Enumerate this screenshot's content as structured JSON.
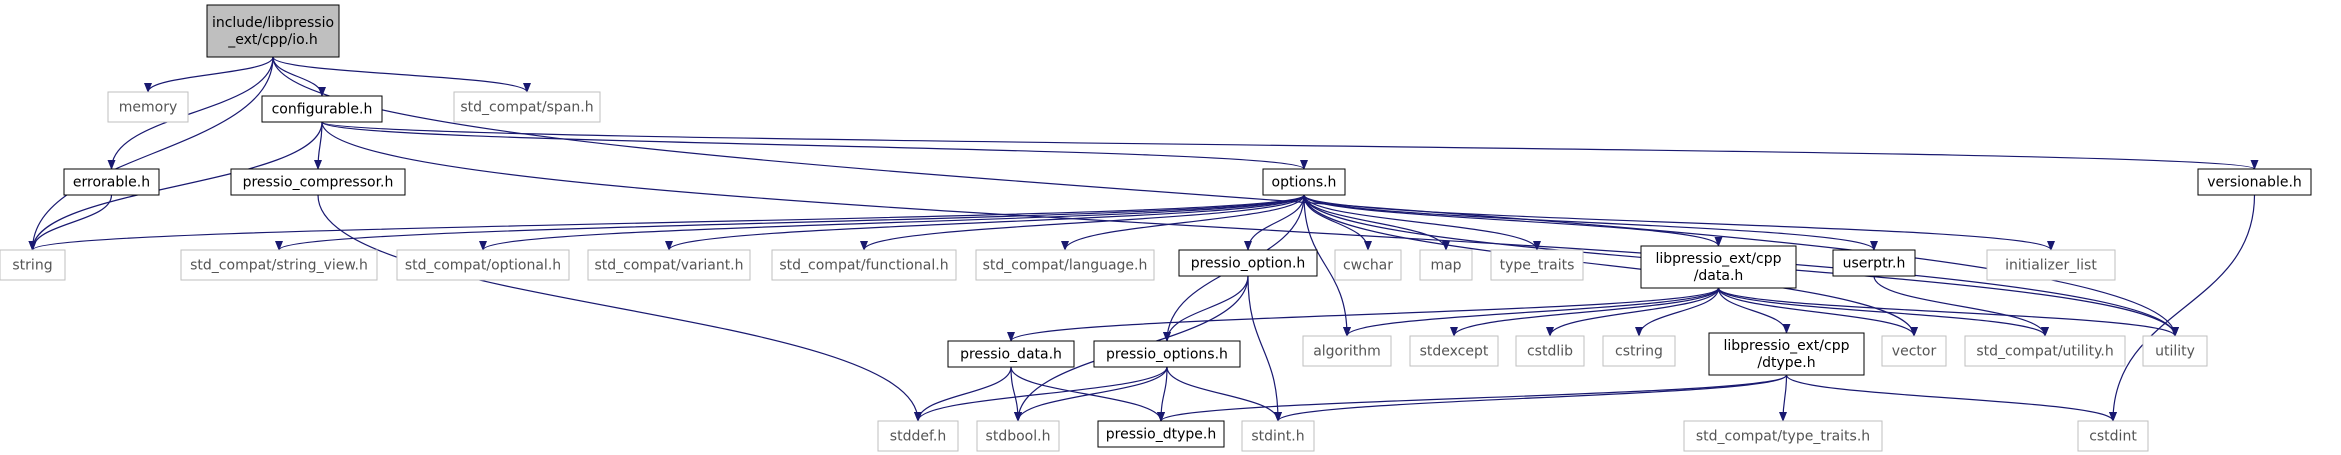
{
  "nodes": {
    "io_h": {
      "lines": [
        "include/libpressio",
        "_ext/cpp/io.h"
      ],
      "kind": "root"
    },
    "memory": {
      "lines": [
        "memory"
      ],
      "kind": "ext"
    },
    "configurable_h": {
      "lines": [
        "configurable.h"
      ],
      "kind": "doc"
    },
    "std_compat_span": {
      "lines": [
        "std_compat/span.h"
      ],
      "kind": "ext"
    },
    "errorable_h": {
      "lines": [
        "errorable.h"
      ],
      "kind": "doc"
    },
    "pressio_compressor_h": {
      "lines": [
        "pressio_compressor.h"
      ],
      "kind": "doc"
    },
    "options_h": {
      "lines": [
        "options.h"
      ],
      "kind": "doc"
    },
    "versionable_h": {
      "lines": [
        "versionable.h"
      ],
      "kind": "doc"
    },
    "string": {
      "lines": [
        "string"
      ],
      "kind": "ext"
    },
    "std_compat_string_view": {
      "lines": [
        "std_compat/string_view.h"
      ],
      "kind": "ext"
    },
    "std_compat_optional": {
      "lines": [
        "std_compat/optional.h"
      ],
      "kind": "ext"
    },
    "std_compat_variant": {
      "lines": [
        "std_compat/variant.h"
      ],
      "kind": "ext"
    },
    "std_compat_functional": {
      "lines": [
        "std_compat/functional.h"
      ],
      "kind": "ext"
    },
    "std_compat_language": {
      "lines": [
        "std_compat/language.h"
      ],
      "kind": "ext"
    },
    "pressio_option_h": {
      "lines": [
        "pressio_option.h"
      ],
      "kind": "doc"
    },
    "cwchar": {
      "lines": [
        "cwchar"
      ],
      "kind": "ext"
    },
    "map": {
      "lines": [
        "map"
      ],
      "kind": "ext"
    },
    "type_traits": {
      "lines": [
        "type_traits"
      ],
      "kind": "ext"
    },
    "data_h": {
      "lines": [
        "libpressio_ext/cpp",
        "/data.h"
      ],
      "kind": "doc"
    },
    "userptr_h": {
      "lines": [
        "userptr.h"
      ],
      "kind": "doc"
    },
    "initializer_list": {
      "lines": [
        "initializer_list"
      ],
      "kind": "ext"
    },
    "pressio_data_h": {
      "lines": [
        "pressio_data.h"
      ],
      "kind": "doc"
    },
    "pressio_options_h": {
      "lines": [
        "pressio_options.h"
      ],
      "kind": "doc"
    },
    "algorithm": {
      "lines": [
        "algorithm"
      ],
      "kind": "ext"
    },
    "stdexcept": {
      "lines": [
        "stdexcept"
      ],
      "kind": "ext"
    },
    "cstdlib": {
      "lines": [
        "cstdlib"
      ],
      "kind": "ext"
    },
    "cstring": {
      "lines": [
        "cstring"
      ],
      "kind": "ext"
    },
    "dtype_h": {
      "lines": [
        "libpressio_ext/cpp",
        "/dtype.h"
      ],
      "kind": "doc"
    },
    "vector": {
      "lines": [
        "vector"
      ],
      "kind": "ext"
    },
    "std_compat_utility": {
      "lines": [
        "std_compat/utility.h"
      ],
      "kind": "ext"
    },
    "utility": {
      "lines": [
        "utility"
      ],
      "kind": "ext"
    },
    "stddef_h": {
      "lines": [
        "stddef.h"
      ],
      "kind": "ext"
    },
    "stdbool_h": {
      "lines": [
        "stdbool.h"
      ],
      "kind": "ext"
    },
    "pressio_dtype_h": {
      "lines": [
        "pressio_dtype.h"
      ],
      "kind": "doc"
    },
    "stdint_h": {
      "lines": [
        "stdint.h"
      ],
      "kind": "ext"
    },
    "std_compat_type_traits": {
      "lines": [
        "std_compat/type_traits.h"
      ],
      "kind": "ext"
    },
    "cstdint": {
      "lines": [
        "cstdint"
      ],
      "kind": "ext"
    }
  },
  "edges": [
    [
      "io_h",
      "string"
    ],
    [
      "io_h",
      "memory"
    ],
    [
      "io_h",
      "errorable_h"
    ],
    [
      "io_h",
      "configurable_h"
    ],
    [
      "io_h",
      "std_compat_span"
    ],
    [
      "io_h",
      "utility"
    ],
    [
      "configurable_h",
      "string"
    ],
    [
      "configurable_h",
      "pressio_compressor_h"
    ],
    [
      "configurable_h",
      "options_h"
    ],
    [
      "configurable_h",
      "versionable_h"
    ],
    [
      "configurable_h",
      "utility"
    ],
    [
      "errorable_h",
      "string"
    ],
    [
      "pressio_compressor_h",
      "stddef_h"
    ],
    [
      "options_h",
      "string"
    ],
    [
      "options_h",
      "std_compat_string_view"
    ],
    [
      "options_h",
      "std_compat_optional"
    ],
    [
      "options_h",
      "std_compat_variant"
    ],
    [
      "options_h",
      "std_compat_functional"
    ],
    [
      "options_h",
      "std_compat_language"
    ],
    [
      "options_h",
      "pressio_option_h"
    ],
    [
      "options_h",
      "cwchar"
    ],
    [
      "options_h",
      "map"
    ],
    [
      "options_h",
      "type_traits"
    ],
    [
      "options_h",
      "data_h"
    ],
    [
      "options_h",
      "userptr_h"
    ],
    [
      "options_h",
      "initializer_list"
    ],
    [
      "options_h",
      "pressio_options_h"
    ],
    [
      "options_h",
      "algorithm"
    ],
    [
      "options_h",
      "vector"
    ],
    [
      "options_h",
      "utility"
    ],
    [
      "pressio_option_h",
      "pressio_options_h"
    ],
    [
      "pressio_option_h",
      "stdbool_h"
    ],
    [
      "pressio_option_h",
      "stdint_h"
    ],
    [
      "data_h",
      "pressio_data_h"
    ],
    [
      "data_h",
      "algorithm"
    ],
    [
      "data_h",
      "stdexcept"
    ],
    [
      "data_h",
      "cstdlib"
    ],
    [
      "data_h",
      "cstring"
    ],
    [
      "data_h",
      "dtype_h"
    ],
    [
      "data_h",
      "vector"
    ],
    [
      "data_h",
      "std_compat_utility"
    ],
    [
      "data_h",
      "utility"
    ],
    [
      "userptr_h",
      "std_compat_utility"
    ],
    [
      "pressio_data_h",
      "stddef_h"
    ],
    [
      "pressio_data_h",
      "stdbool_h"
    ],
    [
      "pressio_data_h",
      "pressio_dtype_h"
    ],
    [
      "pressio_options_h",
      "stddef_h"
    ],
    [
      "pressio_options_h",
      "stdbool_h"
    ],
    [
      "pressio_options_h",
      "pressio_dtype_h"
    ],
    [
      "pressio_options_h",
      "stdint_h"
    ],
    [
      "dtype_h",
      "pressio_dtype_h"
    ],
    [
      "dtype_h",
      "stdint_h"
    ],
    [
      "dtype_h",
      "std_compat_type_traits"
    ],
    [
      "dtype_h",
      "cstdint"
    ],
    [
      "versionable_h",
      "cstdint"
    ]
  ]
}
